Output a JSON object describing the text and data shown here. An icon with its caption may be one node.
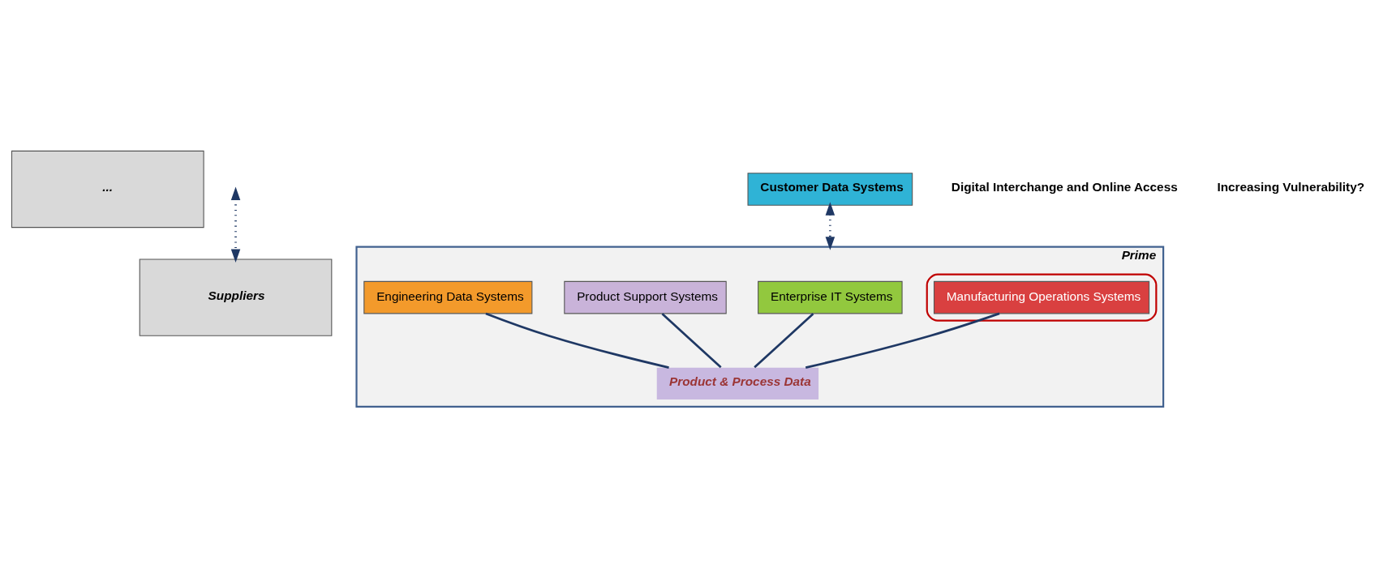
{
  "diagram": {
    "nodes": [
      {
        "text": [
          "..."
        ]
      },
      {
        "text": [
          "Suppliers"
        ]
      },
      {
        "text": [
          "Prime"
        ]
      },
      {
        "text": [
          "Enterprise IT Systems"
        ],
        "in": 2
      },
      {
        "text": [
          "Product Support Systems"
        ],
        "in": 2
      },
      {
        "text": [
          "Product & Process Data"
        ],
        "in": 2
      },
      {
        "text": [
          "Engineering Data Systems"
        ],
        "in": 2
      },
      {
        "text": [],
        "shape": "ellipse",
        "in": 2
      },
      {
        "text": [
          "Manufacturing Operations Systems"
        ],
        "in": 7
      },
      {
        "text": [
          "Customer Data Systems"
        ]
      }
    ],
    "edges": [
      {
        "from": 3,
        "to": 5,
        "arrow": "none"
      },
      {
        "from": 4,
        "to": 5,
        "arrow": "none"
      },
      {
        "from": 6,
        "to": 5,
        "arrow": "none"
      },
      {
        "from": 8,
        "to": 5,
        "arrow": "none"
      },
      {
        "from": 9,
        "to": 2,
        "arrow": "both",
        "style": "dashed"
      },
      {
        "from": null,
        "to": 1,
        "arrow": "both",
        "style": "dashed"
      }
    ],
    "labels": [
      "Digital Interchange and Online Access",
      "Increasing Vulnerability?"
    ]
  }
}
